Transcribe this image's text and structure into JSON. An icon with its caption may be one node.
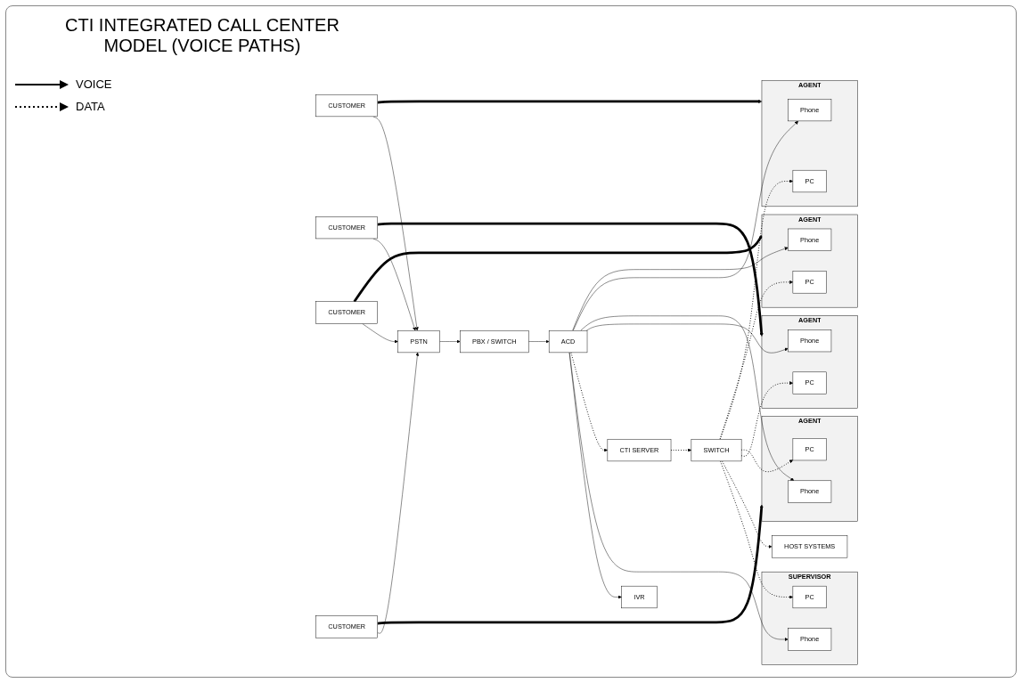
{
  "diagram": {
    "title": "CTI INTEGRATED CALL CENTER MODEL (VOICE PATHS)",
    "nodes": [
      {
        "text": [
          "IVR"
        ]
      },
      {
        "text": [
          "PBX / SWITCH"
        ]
      },
      {
        "text": [
          "ACD"
        ]
      },
      {
        "text": [
          "CTI SERVER"
        ]
      },
      {
        "text": [
          "SWITCH"
        ]
      },
      {
        "text": [
          "PSTN"
        ]
      },
      {
        "text": [
          "SUPERVISOR"
        ]
      },
      {
        "text": [
          "Phone"
        ],
        "in": 6
      },
      {
        "text": [
          "PC"
        ],
        "in": 6
      },
      {
        "text": [
          "AGENT"
        ]
      },
      {
        "text": [
          "Phone"
        ],
        "in": 9
      },
      {
        "text": [
          "PC"
        ],
        "in": 9
      },
      {
        "text": [
          "AGENT"
        ]
      },
      {
        "text": [
          "Phone"
        ],
        "in": 12
      },
      {
        "text": [
          "PC"
        ],
        "in": 12
      },
      {
        "text": [
          "AGENT"
        ]
      },
      {
        "text": [
          "Phone"
        ],
        "in": 15
      },
      {
        "text": [
          "PC"
        ],
        "in": 15
      },
      {
        "text": [
          "AGENT"
        ]
      },
      {
        "text": [
          "Phone"
        ],
        "in": 18
      },
      {
        "text": [
          "PC"
        ],
        "in": 18
      },
      {
        "text": [
          "CUSTOMER"
        ]
      },
      {
        "text": [
          "CUSTOMER"
        ]
      },
      {
        "text": [
          "CUSTOMER"
        ]
      },
      {
        "text": [
          "CUSTOMER"
        ]
      },
      {
        "text": [
          "HOST SYSTEMS"
        ]
      }
    ],
    "edges": [
      {
        "from": 5,
        "to": 1,
        "arrow": "to"
      },
      {
        "from": 1,
        "to": 2,
        "arrow": "to"
      },
      {
        "from": 2,
        "to": 0,
        "arrow": "to"
      },
      {
        "from": 2,
        "to": 7,
        "arrow": "to"
      },
      {
        "from": 2,
        "to": 3,
        "arrow": "to",
        "style": "dashed"
      },
      {
        "from": 3,
        "to": 4,
        "arrow": "to",
        "style": "dashed"
      },
      {
        "from": 4,
        "to": 8,
        "arrow": "to",
        "style": "dashed"
      },
      {
        "from": 4,
        "to": 25,
        "arrow": "to",
        "style": "dashed"
      },
      {
        "from": 2,
        "to": 10,
        "arrow": "to"
      },
      {
        "from": 2,
        "to": 13,
        "arrow": "to"
      },
      {
        "from": 2,
        "to": 16,
        "arrow": "to"
      },
      {
        "from": 2,
        "to": 19,
        "arrow": "to"
      },
      {
        "from": 4,
        "to": 11,
        "arrow": "to",
        "style": "dashed"
      },
      {
        "from": 4,
        "to": 14,
        "arrow": "to",
        "style": "dashed"
      },
      {
        "from": 4,
        "to": 17,
        "arrow": "to",
        "style": "dashed"
      },
      {
        "from": 4,
        "to": 20,
        "arrow": "to",
        "style": "dashed"
      },
      {
        "from": 21,
        "to": 5,
        "arrow": "to"
      },
      {
        "from": 22,
        "to": 5,
        "arrow": "to"
      },
      {
        "from": 23,
        "to": 5,
        "arrow": "to"
      },
      {
        "from": 24,
        "to": 5,
        "arrow": "to"
      },
      {
        "from": 21,
        "to": 9,
        "arrow": "to",
        "style": "thick"
      },
      {
        "from": 22,
        "to": 12,
        "arrow": "to",
        "style": "thick"
      },
      {
        "from": 23,
        "to": 15,
        "arrow": "to",
        "style": "thick"
      },
      {
        "from": 24,
        "to": 18,
        "arrow": "to",
        "style": "thick"
      }
    ],
    "legend": [
      {
        "text": "VOICE"
      },
      {
        "text": "DATA"
      }
    ]
  }
}
